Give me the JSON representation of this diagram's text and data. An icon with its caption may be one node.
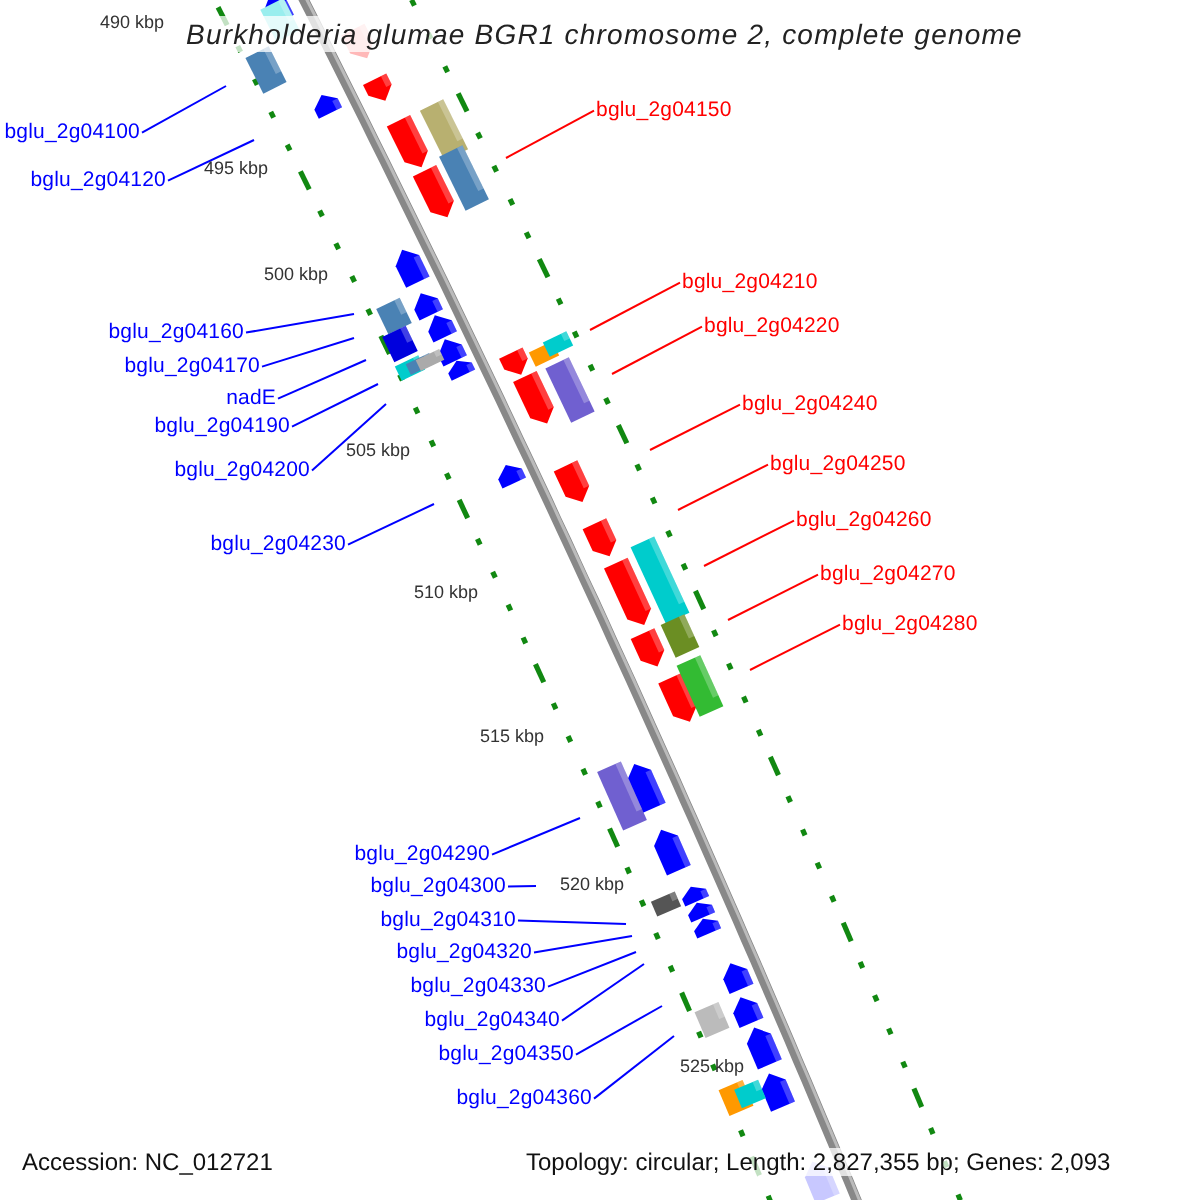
{
  "diagram": {
    "title": "Burkholderia glumae BGR1 chromosome 2, complete genome",
    "nodes": [
      {
        "text": [
          "bglu_2g04150"
        ]
      },
      {
        "text": [
          "bglu_2g04100"
        ]
      },
      {
        "text": [
          "bglu_2g04120"
        ]
      },
      {
        "text": [
          "bglu_2g04210"
        ]
      },
      {
        "text": [
          "bglu_2g04220"
        ]
      },
      {
        "text": [
          "bglu_2g04160"
        ]
      },
      {
        "text": [
          "bglu_2g04170"
        ]
      },
      {
        "text": [
          "nadE"
        ]
      },
      {
        "text": [
          "bglu_2g04240"
        ]
      },
      {
        "text": [
          "bglu_2g04190"
        ]
      },
      {
        "text": [
          "bglu_2g04250"
        ]
      },
      {
        "text": [
          "bglu_2g04200"
        ]
      },
      {
        "text": [
          "bglu_2g04260"
        ]
      },
      {
        "text": [
          "bglu_2g04230"
        ]
      },
      {
        "text": [
          "bglu_2g04270"
        ]
      },
      {
        "text": [
          "bglu_2g04280"
        ]
      },
      {
        "text": [
          "bglu_2g04290"
        ]
      },
      {
        "text": [
          "bglu_2g04300"
        ]
      },
      {
        "text": [
          "bglu_2g04310"
        ]
      },
      {
        "text": [
          "bglu_2g04320"
        ]
      },
      {
        "text": [
          "bglu_2g04330"
        ]
      },
      {
        "text": [
          "bglu_2g04340"
        ]
      },
      {
        "text": [
          "bglu_2g04350"
        ]
      },
      {
        "text": [
          "bglu_2g04360"
        ]
      }
    ],
    "edges": [
      {
        "from": 0,
        "to": null,
        "arrow": "none",
        "color": "#ff0000"
      },
      {
        "from": 1,
        "to": null,
        "arrow": "none"
      },
      {
        "from": 2,
        "to": null,
        "arrow": "none"
      },
      {
        "from": 3,
        "to": null,
        "arrow": "none",
        "color": "#ff0000"
      },
      {
        "from": 4,
        "to": null,
        "arrow": "none",
        "color": "#ff0000"
      },
      {
        "from": 5,
        "to": null,
        "arrow": "none"
      },
      {
        "from": 6,
        "to": null,
        "arrow": "none"
      },
      {
        "from": 7,
        "to": null,
        "arrow": "none"
      },
      {
        "from": 8,
        "to": null,
        "arrow": "none",
        "color": "#ff0000"
      },
      {
        "from": 9,
        "to": null,
        "arrow": "none"
      },
      {
        "from": 10,
        "to": null,
        "arrow": "none",
        "color": "#ff0000"
      },
      {
        "from": 11,
        "to": null,
        "arrow": "none"
      },
      {
        "from": 12,
        "to": null,
        "arrow": "none",
        "color": "#ff0000"
      },
      {
        "from": 13,
        "to": null,
        "arrow": "none"
      },
      {
        "from": 14,
        "to": null,
        "arrow": "none",
        "color": "#ff0000"
      },
      {
        "from": 15,
        "to": null,
        "arrow": "none",
        "color": "#ff0000"
      },
      {
        "from": 16,
        "to": null,
        "arrow": "none"
      },
      {
        "from": 17,
        "to": null,
        "arrow": "none"
      },
      {
        "from": 18,
        "to": null,
        "arrow": "none"
      },
      {
        "from": 19,
        "to": null,
        "arrow": "none"
      },
      {
        "from": 20,
        "to": null,
        "arrow": "none"
      },
      {
        "from": 21,
        "to": null,
        "arrow": "none"
      },
      {
        "from": 22,
        "to": null,
        "arrow": "none"
      },
      {
        "from": 23,
        "to": null,
        "arrow": "none"
      }
    ],
    "labels": [
      "490 kbp",
      "495 kbp",
      "500 kbp",
      "505 kbp",
      "510 kbp",
      "515 kbp",
      "520 kbp",
      "525 kbp",
      "Accession: NC_012721",
      "Topology: circular; Length: 2,827,355 bp; Genes: 2,093"
    ]
  }
}
